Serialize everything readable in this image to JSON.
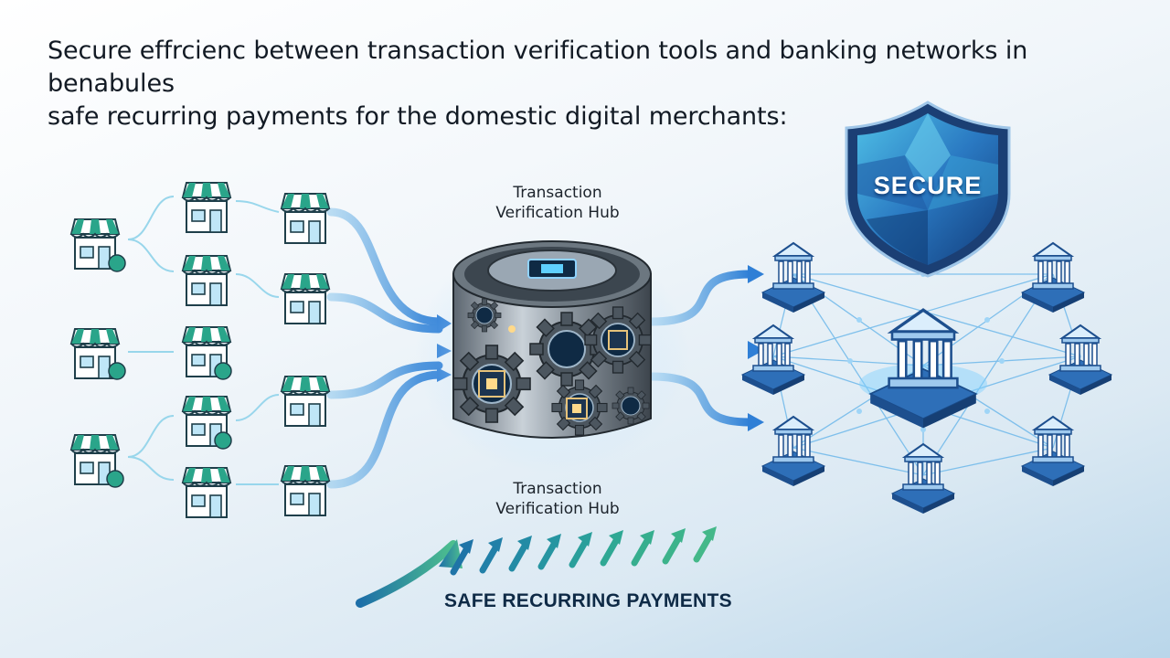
{
  "title": {
    "line1": "Secure effrcienc between transaction verification tools and banking networks in benabules",
    "line2": "safe recurring payments for the domestic digital merchants:"
  },
  "hub": {
    "label_top_line1": "Transaction",
    "label_top_line2": "Verification Hub",
    "label_bottom_line1": "Transaction",
    "label_bottom_line2": "Verification Hub"
  },
  "shield": {
    "label": "SECURE"
  },
  "payments": {
    "label": "SAFE RECURRING PAYMENTS"
  },
  "colors": {
    "merchant_teal": "#2aa58a",
    "flow_blue": "#2f7fd6",
    "bank_blue": "#2e6fb8",
    "shield_dark": "#1c4e96",
    "arrow_green": "#3fb48a"
  },
  "icons": {
    "merchant": "storefront-icon",
    "bank": "bank-building-icon",
    "hub": "gear-cylinder-icon",
    "shield": "shield-icon",
    "growth": "upward-arrows-icon"
  }
}
